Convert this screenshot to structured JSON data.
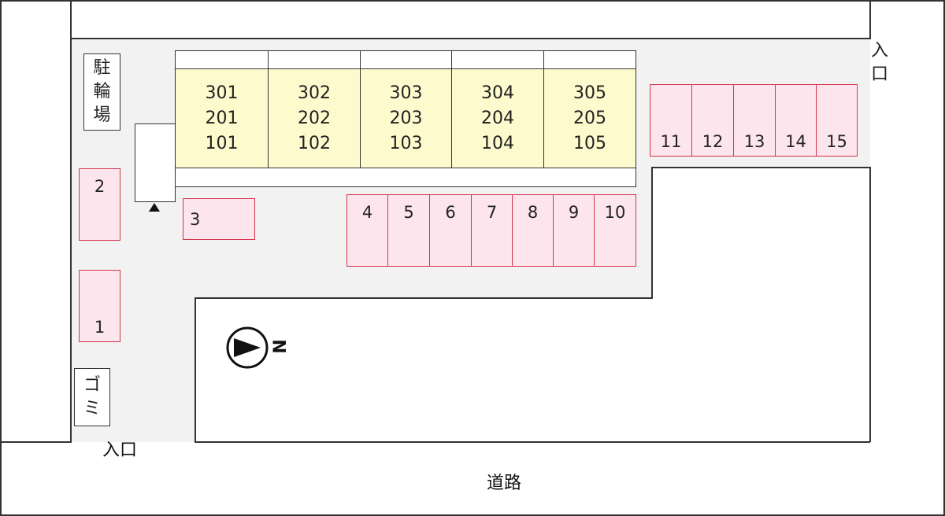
{
  "bike_parking": [
    "駐",
    "輪",
    "場"
  ],
  "garbage": [
    "ゴ",
    "ミ"
  ],
  "entrance_bottom": "入口",
  "entrance_right": [
    "入",
    "口"
  ],
  "road": "道路",
  "north_label": "N",
  "units": [
    {
      "floor3": "301",
      "floor2": "201",
      "floor1": "101"
    },
    {
      "floor3": "302",
      "floor2": "202",
      "floor1": "102"
    },
    {
      "floor3": "303",
      "floor2": "203",
      "floor1": "103"
    },
    {
      "floor3": "304",
      "floor2": "204",
      "floor1": "104"
    },
    {
      "floor3": "305",
      "floor2": "205",
      "floor1": "105"
    }
  ],
  "parking": [
    "1",
    "2",
    "3",
    "4",
    "5",
    "6",
    "7",
    "8",
    "9",
    "10",
    "11",
    "12",
    "13",
    "14",
    "15"
  ],
  "colors": {
    "parking_fill": "#fde5ee",
    "parking_border": "#d6334a",
    "building_fill": "#fdfbcd",
    "lot": "#f2f2f2"
  }
}
